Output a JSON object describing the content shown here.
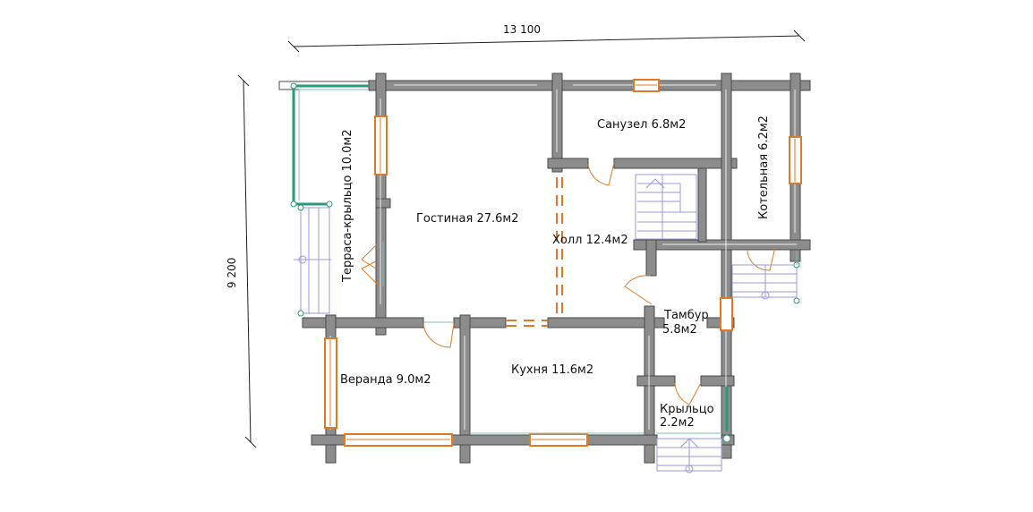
{
  "dimensions": {
    "width_label": "13 100",
    "height_label": "9 200"
  },
  "rooms": {
    "terrace": "Терраса-крыльцо 10.0м2",
    "living": "Гостиная 27.6м2",
    "bathroom": "Санузел 6.8м2",
    "boiler": "Котельная 6.2м2",
    "hall": "Холл 12.4м2",
    "vestibule_name": "Тамбур",
    "vestibule_area": "5.8м2",
    "veranda": "Веранда 9.0м2",
    "kitchen": "Кухня 11.6м2",
    "porch_name": "Крыльцо",
    "porch_area": "2.2м2"
  },
  "colors": {
    "wall": "#8c8c8c",
    "window": "#e07a28",
    "railing": "#2a9a7a",
    "stairs": "#9a9ad8"
  }
}
